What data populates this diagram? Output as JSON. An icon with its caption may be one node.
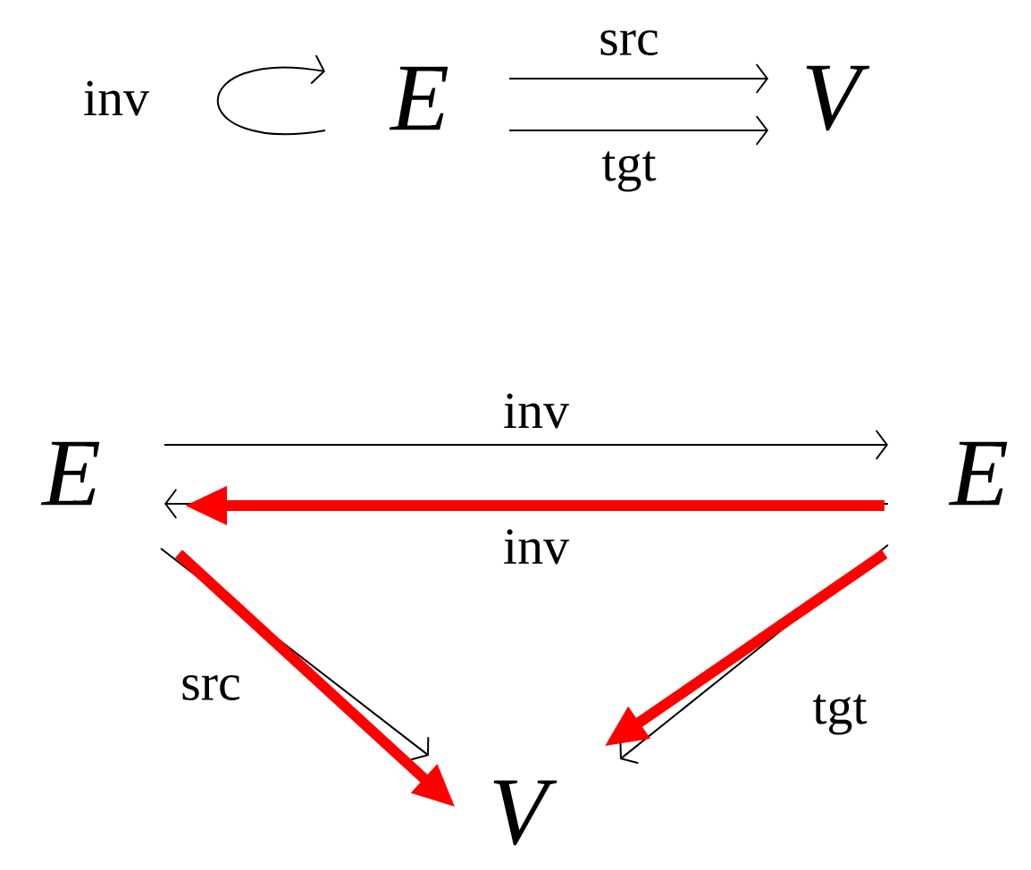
{
  "diagram": {
    "nodes": [
      {
        "text": [
          "E"
        ]
      },
      {
        "text": [
          "V"
        ]
      },
      {
        "text": [
          "E"
        ]
      },
      {
        "text": [
          "E"
        ]
      },
      {
        "text": [
          "V"
        ]
      }
    ],
    "edges": [
      {
        "from": 0,
        "to": 0,
        "arrow": "to",
        "label": "inv"
      },
      {
        "from": 0,
        "to": 1,
        "arrow": "to",
        "label": "src"
      },
      {
        "from": 0,
        "to": 1,
        "arrow": "to",
        "label": "tgt"
      },
      {
        "from": 2,
        "to": 3,
        "arrow": "to",
        "label": "inv"
      },
      {
        "from": 3,
        "to": 2,
        "arrow": "to",
        "label": "inv"
      },
      {
        "from": 2,
        "to": 4,
        "arrow": "to",
        "label": "src"
      },
      {
        "from": 3,
        "to": 4,
        "arrow": "to",
        "label": "tgt"
      },
      {
        "from": 3,
        "to": 2,
        "arrow": "to",
        "style": "thick",
        "color": "#ff0000"
      },
      {
        "from": 2,
        "to": 4,
        "arrow": "to",
        "style": "thick",
        "color": "#ff0000"
      },
      {
        "from": 3,
        "to": 4,
        "arrow": "to",
        "style": "thick",
        "color": "#ff0000"
      }
    ]
  }
}
